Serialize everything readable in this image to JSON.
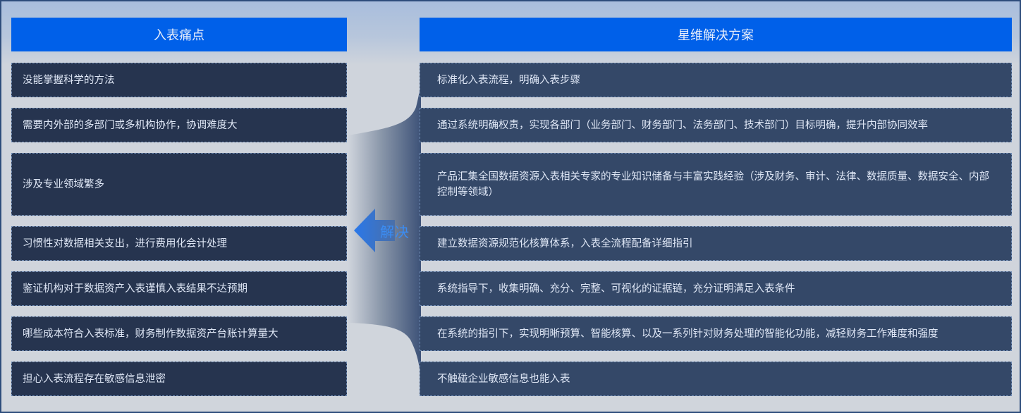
{
  "left_column": {
    "title": "入表痛点",
    "items": [
      {
        "text": "没能掌握科学的方法"
      },
      {
        "text": "需要内外部的多部门或多机构协作，协调难度大"
      },
      {
        "text": "涉及专业领域繁多"
      },
      {
        "text": "习惯性对数据相关支出，进行费用化会计处理"
      },
      {
        "text": "鉴证机构对于数据资产入表谨慎入表结果不达预期"
      },
      {
        "text": "哪些成本符合入表标准，财务制作数据资产台账计算量大"
      },
      {
        "text": "担心入表流程存在敏感信息泄密"
      }
    ]
  },
  "right_column": {
    "title": "星维解决方案",
    "items": [
      {
        "text": "标准化入表流程，明确入表步骤"
      },
      {
        "text": "通过系统明确权责，实现各部门（业务部门、财务部门、法务部门、技术部门）目标明确，提升内部协同效率"
      },
      {
        "text": "产品汇集全国数据资源入表相关专家的专业知识储备与丰富实践经验（涉及财务、审计、法律、数据质量、数据安全、内部控制等领域）"
      },
      {
        "text": "建立数据资源规范化核算体系，入表全流程配备详细指引"
      },
      {
        "text": "系统指导下，收集明确、充分、完整、可视化的证据链，充分证明满足入表条件"
      },
      {
        "text": "在系统的指引下，实现明晰预算、智能核算、以及一系列针对财务处理的智能化功能，减轻财务工作难度和强度"
      },
      {
        "text": "不触碰企业敏感信息也能入表"
      }
    ]
  },
  "connector": {
    "label": "解决",
    "icon": "arrow-left-icon"
  },
  "colors": {
    "header_bg": "#0060e9",
    "pain_card_bg": "#26344f",
    "solution_card_bg": "#344868",
    "label_blue": "#3b8cf2",
    "background": "#d0d5dc"
  }
}
